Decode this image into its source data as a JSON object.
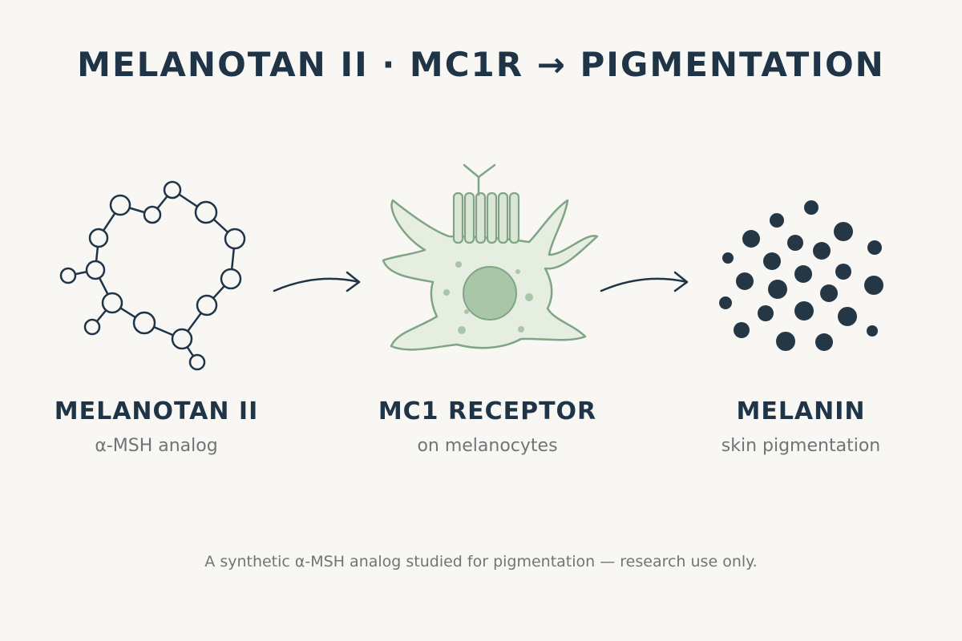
{
  "title": "MELANOTAN II · MC1R → PIGMENTATION",
  "colors": {
    "background": "#f8f7f4",
    "ink": "#1f3447",
    "cell_fill": "#e6eee2",
    "cell_stroke": "#7fa585",
    "nucleus": "#a9c6a9",
    "muted_text": "#6f7477"
  },
  "stages": [
    {
      "icon": "peptide-chain-icon",
      "label": "MELANOTAN II",
      "sublabel": "α-MSH analog"
    },
    {
      "icon": "melanocyte-cell-icon",
      "label": "MC1 RECEPTOR",
      "sublabel": "on melanocytes"
    },
    {
      "icon": "melanin-granules-icon",
      "label": "MELANIN",
      "sublabel": "skin pigmentation"
    }
  ],
  "connectors": [
    "arrow-right-icon",
    "arrow-right-icon"
  ],
  "footnote": "A synthetic α-MSH analog studied for pigmentation — research use only."
}
